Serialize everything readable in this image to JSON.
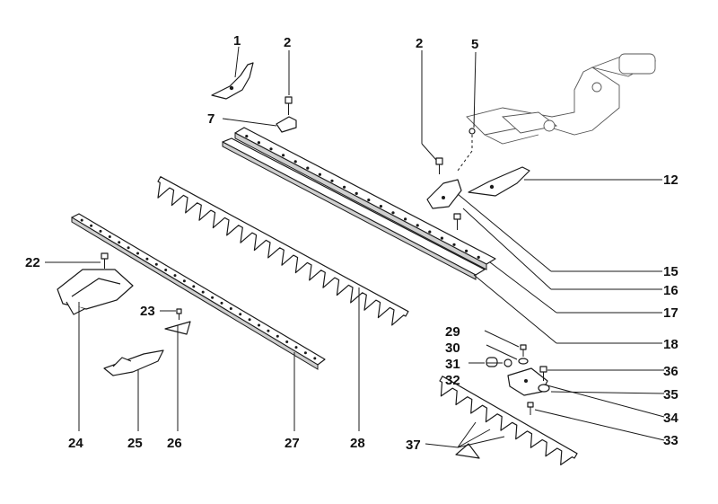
{
  "diagram": {
    "callouts": [
      "1",
      "2",
      "2",
      "5",
      "7",
      "12",
      "15",
      "16",
      "17",
      "18",
      "22",
      "23",
      "24",
      "25",
      "26",
      "27",
      "28",
      "29",
      "30",
      "31",
      "32",
      "33",
      "34",
      "35",
      "36",
      "37"
    ]
  }
}
